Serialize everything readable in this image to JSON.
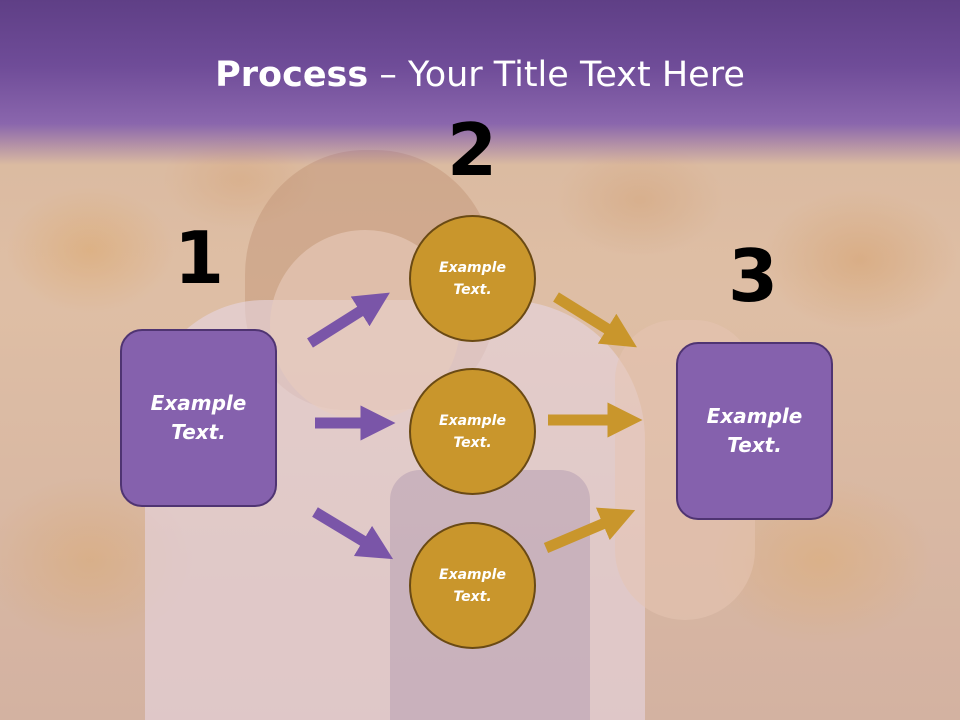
{
  "title": {
    "bold": "Process",
    "rest": " – Your Title Text Here"
  },
  "steps": {
    "one": "1",
    "two": "2",
    "three": "3"
  },
  "box_left": {
    "line1": "Example",
    "line2": "Text."
  },
  "box_right": {
    "line1": "Example",
    "line2": "Text."
  },
  "circles": [
    {
      "line1": "Example",
      "line2": "Text."
    },
    {
      "line1": "Example",
      "line2": "Text."
    },
    {
      "line1": "Example",
      "line2": "Text."
    }
  ],
  "colors": {
    "header": "#6f4c98",
    "box_fill": "#8561ad",
    "circle_fill": "#c9962c",
    "arrow_purple": "#7a55a8",
    "arrow_gold": "#c9962c"
  }
}
